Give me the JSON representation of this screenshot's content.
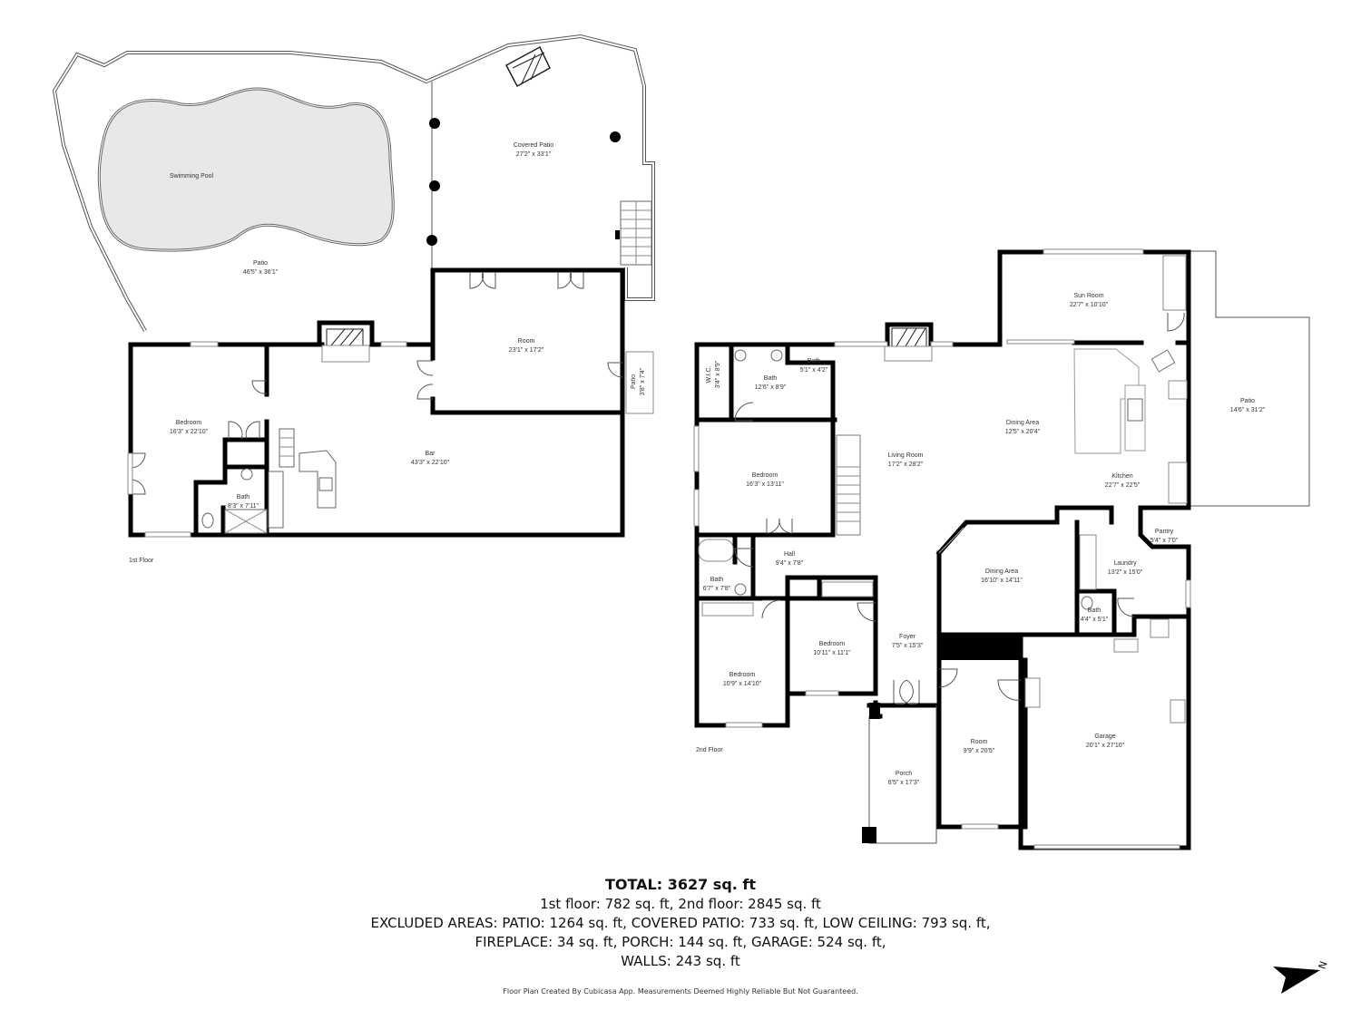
{
  "plan": {
    "first_floor": {
      "label": "1st Floor",
      "rooms": [
        {
          "name": "Swimming Pool",
          "dim": ""
        },
        {
          "name": "Covered Patio",
          "dim": "27'2\" x 33'1\""
        },
        {
          "name": "Patio",
          "dim": "46'5\" x 36'1\""
        },
        {
          "name": "Room",
          "dim": "23'1\" x 17'2\""
        },
        {
          "name": "Patio",
          "dim": "3'8\" x 7'4\""
        },
        {
          "name": "Bedroom",
          "dim": "16'3\" x 22'10\""
        },
        {
          "name": "Bar",
          "dim": "43'3\" x 22'10\""
        },
        {
          "name": "Bath",
          "dim": "8'3\" x 7'11\""
        }
      ]
    },
    "second_floor": {
      "label": "2nd Floor",
      "rooms": [
        {
          "name": "W.I.C.",
          "dim": "3'4\" x 8'9\""
        },
        {
          "name": "Bath",
          "dim": "12'6\" x 8'9\""
        },
        {
          "name": "Bath",
          "dim": "5'1\" x 4'2\""
        },
        {
          "name": "Sun Room",
          "dim": "22'7\" x 10'10\""
        },
        {
          "name": "Patio",
          "dim": "14'6\" x 31'2\""
        },
        {
          "name": "Dining Area",
          "dim": "12'5\" x 20'4\""
        },
        {
          "name": "Living Room",
          "dim": "17'2\" x 28'2\""
        },
        {
          "name": "Kitchen",
          "dim": "22'7\" x 22'5\""
        },
        {
          "name": "Bedroom",
          "dim": "16'3\" x 13'11\""
        },
        {
          "name": "Pantry",
          "dim": "5'4\" x 7'0\""
        },
        {
          "name": "Hall",
          "dim": "9'4\" x 7'8\""
        },
        {
          "name": "Dining Area",
          "dim": "16'10\" x 14'11\""
        },
        {
          "name": "Laundry",
          "dim": "13'2\" x 15'0\""
        },
        {
          "name": "Bath",
          "dim": "6'7\" x 7'8\""
        },
        {
          "name": "Bath",
          "dim": "4'4\" x 5'1\""
        },
        {
          "name": "Bedroom",
          "dim": "10'11\" x 11'1\""
        },
        {
          "name": "Foyer",
          "dim": "7'5\" x 15'3\""
        },
        {
          "name": "Bedroom",
          "dim": "10'9\" x 14'10\""
        },
        {
          "name": "Room",
          "dim": "9'9\" x 20'5\""
        },
        {
          "name": "Garage",
          "dim": "20'1\" x 27'10\""
        },
        {
          "name": "Porch",
          "dim": "8'5\" x 17'3\""
        }
      ]
    }
  },
  "summary": {
    "total": "TOTAL: 3627 sq. ft",
    "floors": "1st floor: 782 sq. ft, 2nd floor: 2845 sq. ft",
    "excluded_1": "EXCLUDED AREAS: PATIO: 1264 sq. ft, COVERED PATIO: 733 sq. ft, LOW CEILING: 793 sq. ft,",
    "excluded_2": "FIREPLACE: 34 sq. ft, PORCH: 144 sq. ft, GARAGE: 524 sq. ft,",
    "excluded_3": "WALLS: 243 sq. ft"
  },
  "disclaimer": "Floor Plan Created By Cubicasa App. Measurements Deemed Highly Reliable But Not Guaranteed.",
  "compass": {
    "icon": "north-arrow-icon",
    "letter": "N"
  },
  "colors": {
    "wall": "#000000",
    "pool": "#e8e8e8",
    "outline": "#555555"
  }
}
